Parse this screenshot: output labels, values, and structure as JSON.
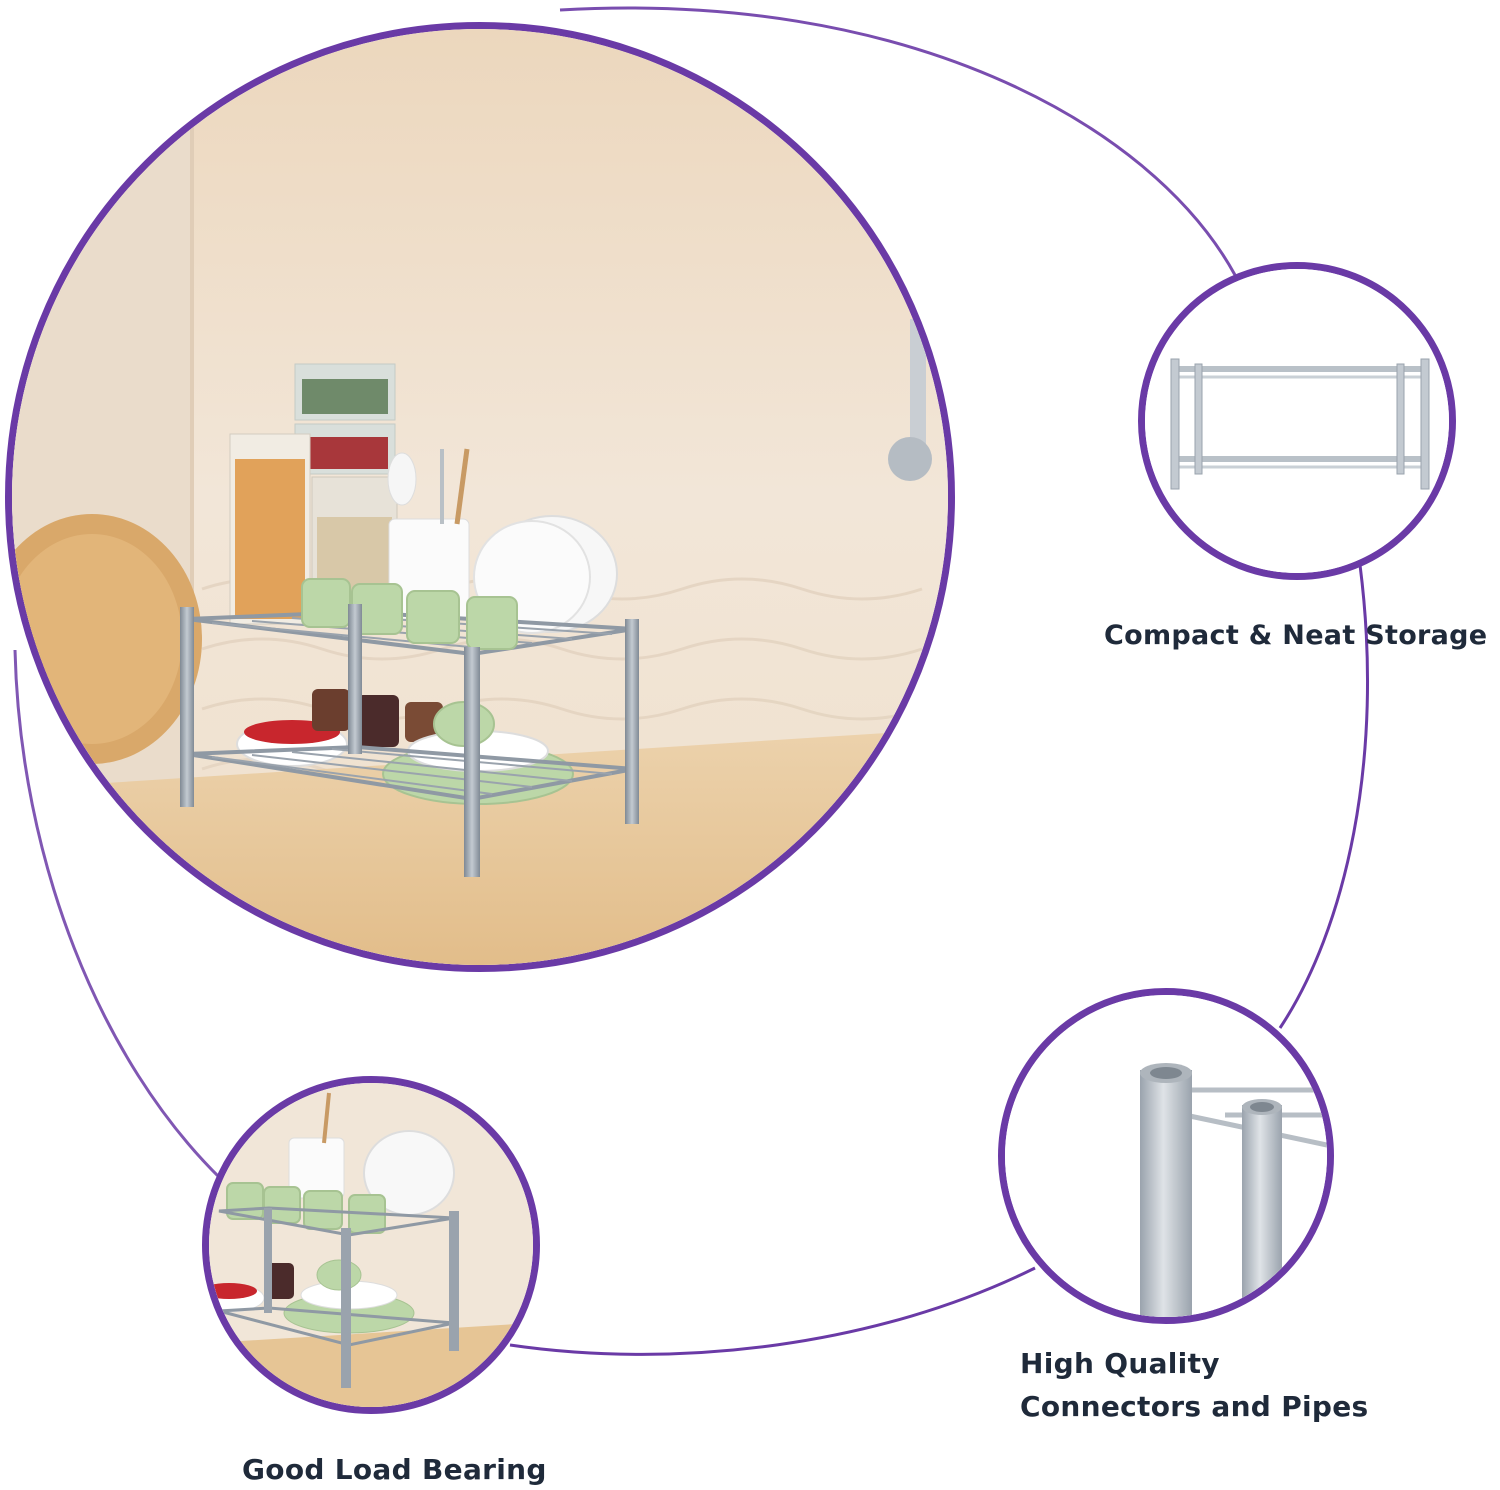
{
  "features": {
    "compact": {
      "title": "Compact & Neat Storage"
    },
    "quality": {
      "line1": "High Quality",
      "line2": "Connectors and Pipes"
    },
    "load": {
      "title": "Good Load Bearing"
    }
  },
  "colors": {
    "accent": "#6a3aa6",
    "text": "#1f2a3a",
    "wall": "#efe3d4",
    "counter": "#e9c89a",
    "metal": "#9aa3ad",
    "cups": "#bcd7a8"
  }
}
